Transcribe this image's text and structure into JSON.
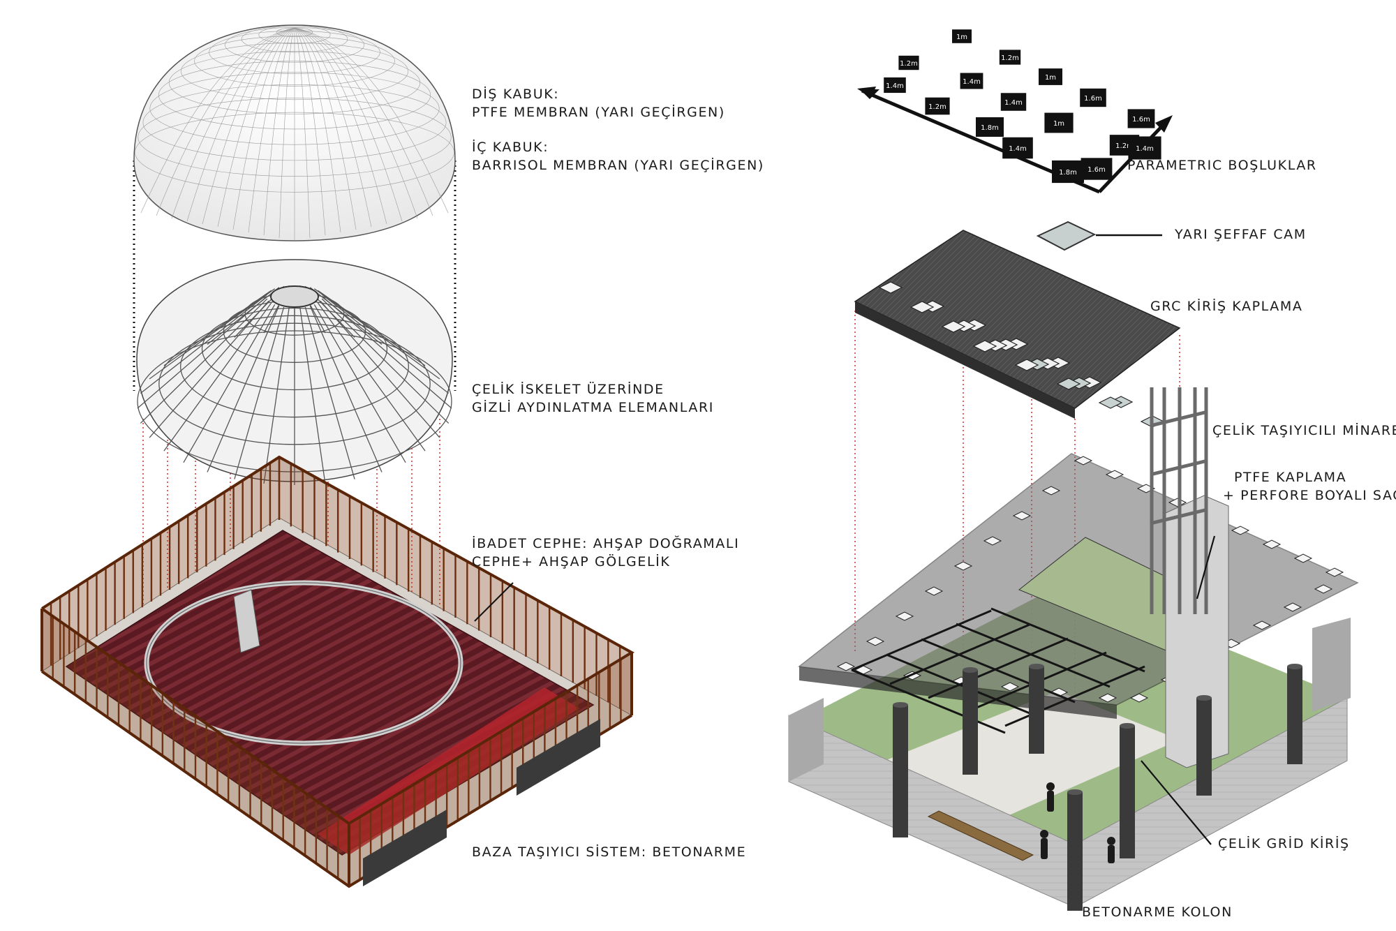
{
  "left_panel": {
    "outer_shell_title": "DİŞ KABUK:",
    "outer_shell_material": "PTFE MEMBRAN (YARI GEÇİRGEN)",
    "inner_shell_title": "İÇ KABUK:",
    "inner_shell_material": "BARRISOL MEMBRAN (YARI GEÇİRGEN)",
    "steel_frame_line1": "ÇELİK İSKELET ÜZERİNDE",
    "steel_frame_line2": "GİZLİ AYDINLATMA ELEMANLARI",
    "facade_line1": "İBADET CEPHE: AHŞAP DOĞRAMALI",
    "facade_line2": "CEPHE+ AHŞAP GÖLGELİK",
    "base_label": "BAZA TAŞIYICI SİSTEM: BETONARME"
  },
  "right_panel": {
    "parametric_label": "PARAMETRIC BOŞLUKLAR",
    "glass_label": "YARI ŞEFFAF CAM",
    "grc_label": "GRC KİRİŞ KAPLAMA",
    "minaret_label": "ÇELİK TAŞIYICILI MİNARE",
    "ptfe_line1": "PTFE KAPLAMA",
    "ptfe_line2": "+ PERFORE BOYALI SAC",
    "grid_beam_label": "ÇELİK GRİD KİRİŞ",
    "column_label": "BETONARME KOLON",
    "opening_sizes": [
      "1m",
      "1.2m",
      "1.2m",
      "1.4m",
      "1.4m",
      "1m",
      "1.2m",
      "1.4m",
      "1.6m",
      "1.6m",
      "1.8m",
      "1m",
      "1.2m",
      "1.4m",
      "1.6m",
      "1.8m",
      "1.4m"
    ]
  },
  "colors": {
    "timber": "#7a3b17",
    "floor_red": "#5b1a22",
    "guide_red": "#d63a3a",
    "concrete": "#bdbdbd",
    "grass": "#94b27a"
  }
}
